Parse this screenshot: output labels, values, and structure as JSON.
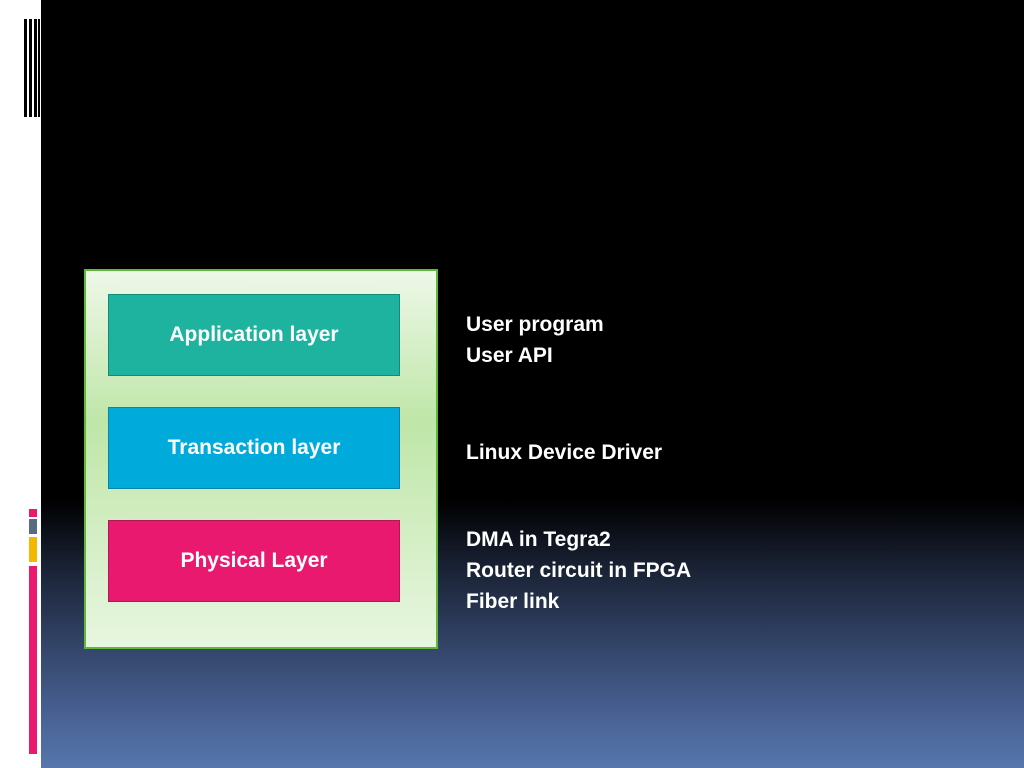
{
  "diagram": {
    "layers": [
      {
        "label": "Application layer",
        "color": "#1db39e"
      },
      {
        "label": "Transaction layer",
        "color": "#00aadb"
      },
      {
        "label": "Physical Layer",
        "color": "#e8196f"
      }
    ],
    "descriptions": {
      "application": [
        "User program",
        "User API"
      ],
      "transaction": [
        "Linux Device Driver"
      ],
      "physical": [
        "DMA in Tegra2",
        "Router circuit in FPGA",
        "Fiber link"
      ]
    }
  },
  "decor": {
    "accent_colors": [
      "#e8196f",
      "#5b6a80",
      "#f5b800",
      "#e8196f"
    ]
  }
}
